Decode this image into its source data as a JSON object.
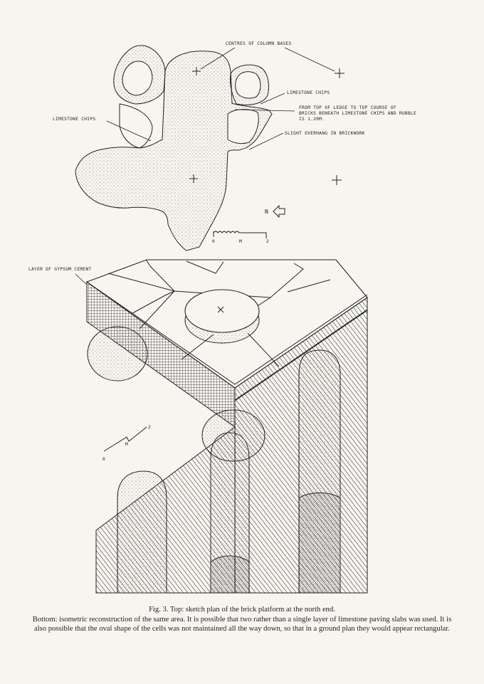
{
  "plan": {
    "label_centres": "CENTRES OF COLUMN BASES",
    "label_limestone_right": "LIMESTONE CHIPS",
    "label_ledge_1": "FROM TOP OF LEDGE TO TOP COURSE OF",
    "label_ledge_2": "BRICKS BENEATH LIMESTONE CHIPS AND RUBBLE",
    "label_ledge_3": "IS 1.20M.",
    "label_limestone_left": "LIMESTONE CHIPS",
    "label_overhang": "SLIGHT OVERHANG IN BRICKWORK",
    "north": "N",
    "scale_0": "0",
    "scale_m": "M",
    "scale_2": "2"
  },
  "iso": {
    "label_gypsum": "LAYER OF GYPSUM CEMENT",
    "scale_0": "0",
    "scale_m": "M",
    "scale_2": "2"
  },
  "caption": {
    "title": "Fig. 3. Top: sketch plan of the brick platform at the north end.",
    "body": "Bottom: isometric reconstruction of the same area. It is possible that two rather than a single layer of limestone paving slabs was used. It is also possible that the oval shape of the cells was not maintained all the way down, so that in a ground plan they would appear rectangular."
  }
}
